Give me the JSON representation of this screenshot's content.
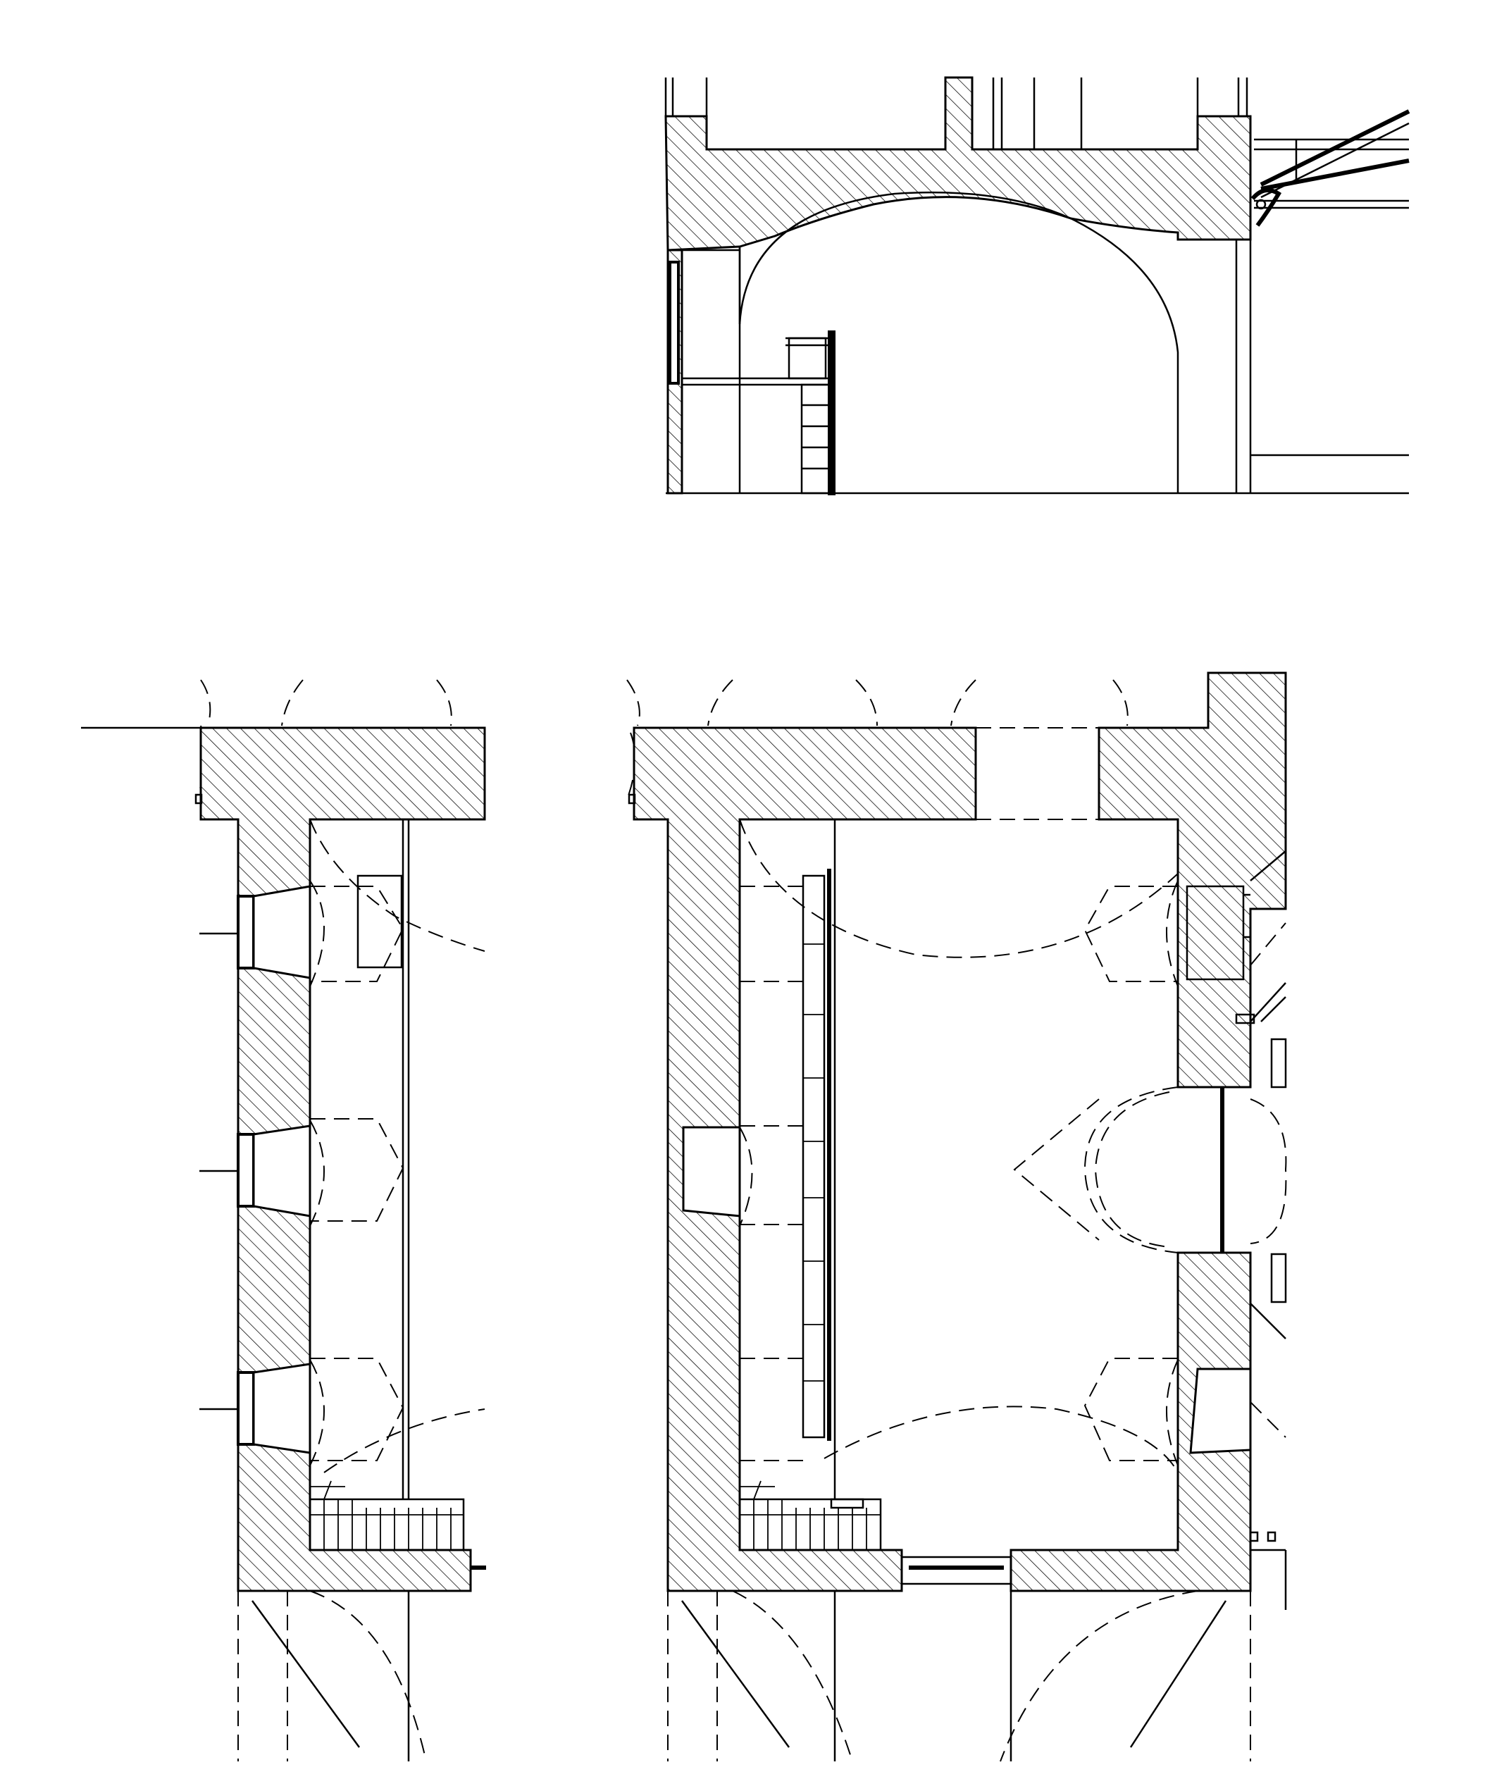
{
  "drawing": {
    "type": "architectural drawing",
    "views": [
      {
        "id": "section",
        "kind": "vertical section"
      },
      {
        "id": "plan-left",
        "kind": "floor plan"
      },
      {
        "id": "plan-right",
        "kind": "floor plan"
      }
    ]
  },
  "colors": {
    "line": "#000000",
    "background": "#ffffff"
  },
  "texts": []
}
